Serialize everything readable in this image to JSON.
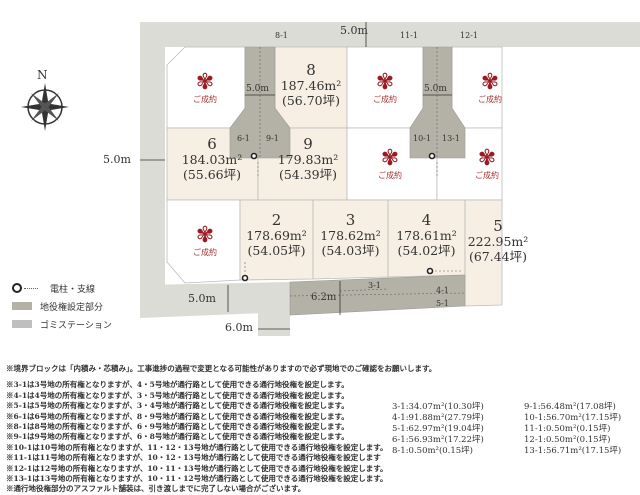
{
  "colors": {
    "road": "#dcdcd6",
    "easement": "#b4b2a6",
    "available": "#f7efe4",
    "sold": "#ffffff",
    "bow": "#9b1b23"
  },
  "roads": {
    "top": "5.0m",
    "left": "5.0m",
    "bottom": "5.0m",
    "stub": "6.0m",
    "flag_left": "5.0m",
    "flag_right": "5.0m",
    "easement_width": "6.2m"
  },
  "easement_labels": [
    "8-1",
    "6-1",
    "9-1",
    "11-1",
    "12-1",
    "10-1",
    "13-1",
    "3-1",
    "4-1",
    "5-1"
  ],
  "sold_label": "ご成約",
  "lots": [
    {
      "num": "8",
      "area": "187.46m²",
      "tsubo": "(56.70坪)"
    },
    {
      "num": "6",
      "area": "184.03m²",
      "tsubo": "(55.66坪)"
    },
    {
      "num": "9",
      "area": "179.83m²",
      "tsubo": "(54.39坪)"
    },
    {
      "num": "2",
      "area": "178.69m²",
      "tsubo": "(54.05坪)"
    },
    {
      "num": "3",
      "area": "178.62m²",
      "tsubo": "(54.03坪)"
    },
    {
      "num": "4",
      "area": "178.61m²",
      "tsubo": "(54.02坪)"
    },
    {
      "num": "5",
      "area": "222.95m²",
      "tsubo": "(67.44坪)"
    }
  ],
  "compass": "N",
  "legend": [
    "電柱・支線",
    "地役権設定部分",
    "ゴミステーション"
  ],
  "notes": [
    "※境界ブロックは「内積み・芯積み」。工事進捗の過程で変更となる可能性がありますので必ず現地でのご確認をお願いします。",
    "※3-1は3号地の所有権となりますが、4・5号地が通行路として使用できる通行地役権を設定します。",
    "※4-1は4号地の所有権となりますが、3・5号地が通行路として使用できる通行地役権を設定します。",
    "※5-1は5号地の所有権となりますが、3・4号地が通行路として使用できる通行地役権を設定します。",
    "※6-1は6号地の所有権となりますが、8・9号地が通行路として使用できる通行地役権を設定します。",
    "※8-1は8号地の所有権となりますが、6・9号地が通行路として使用できる通行地役権を設定します。",
    "※9-1は9号地の所有権となりますが、6・8号地が通行路として使用できる通行地役権を設定します。",
    "※10-1は10号地の所有権となりますが、11・12・13号地が通行路として使用できる通行地役権を設定します。",
    "※11-1は11号地の所有権となりますが、10・12・13号地が通行路として使用できる通行地役権を設定します",
    "※12-1は12号地の所有権となりますが、10・11・13号地が通行路として使用できる通行地役権を設定します。",
    "※13-1は13号地の所有権となりますが、10・11・12号地が通行路として使用できる通行地役権を設定します。",
    "※通行地役権部分のアスファルト舗装は、引き渡しまでに完了しない場合がございます。"
  ],
  "easement_areas": [
    "3-1:34.07m²(10.30坪)",
    "9-1:56.48m²(17.08坪)",
    "4-1:91.88m²(27.79坪)",
    "10-1:56.70m²(17.15坪)",
    "5-1:62.97m²(19.04坪)",
    "11-1:0.50m²(0.15坪)",
    "6-1:56.93m²(17.22坪)",
    "12-1:0.50m²(0.15坪)",
    "8-1:0.50m²(0.15坪)",
    "13-1:56.71m²(17.15坪)"
  ]
}
